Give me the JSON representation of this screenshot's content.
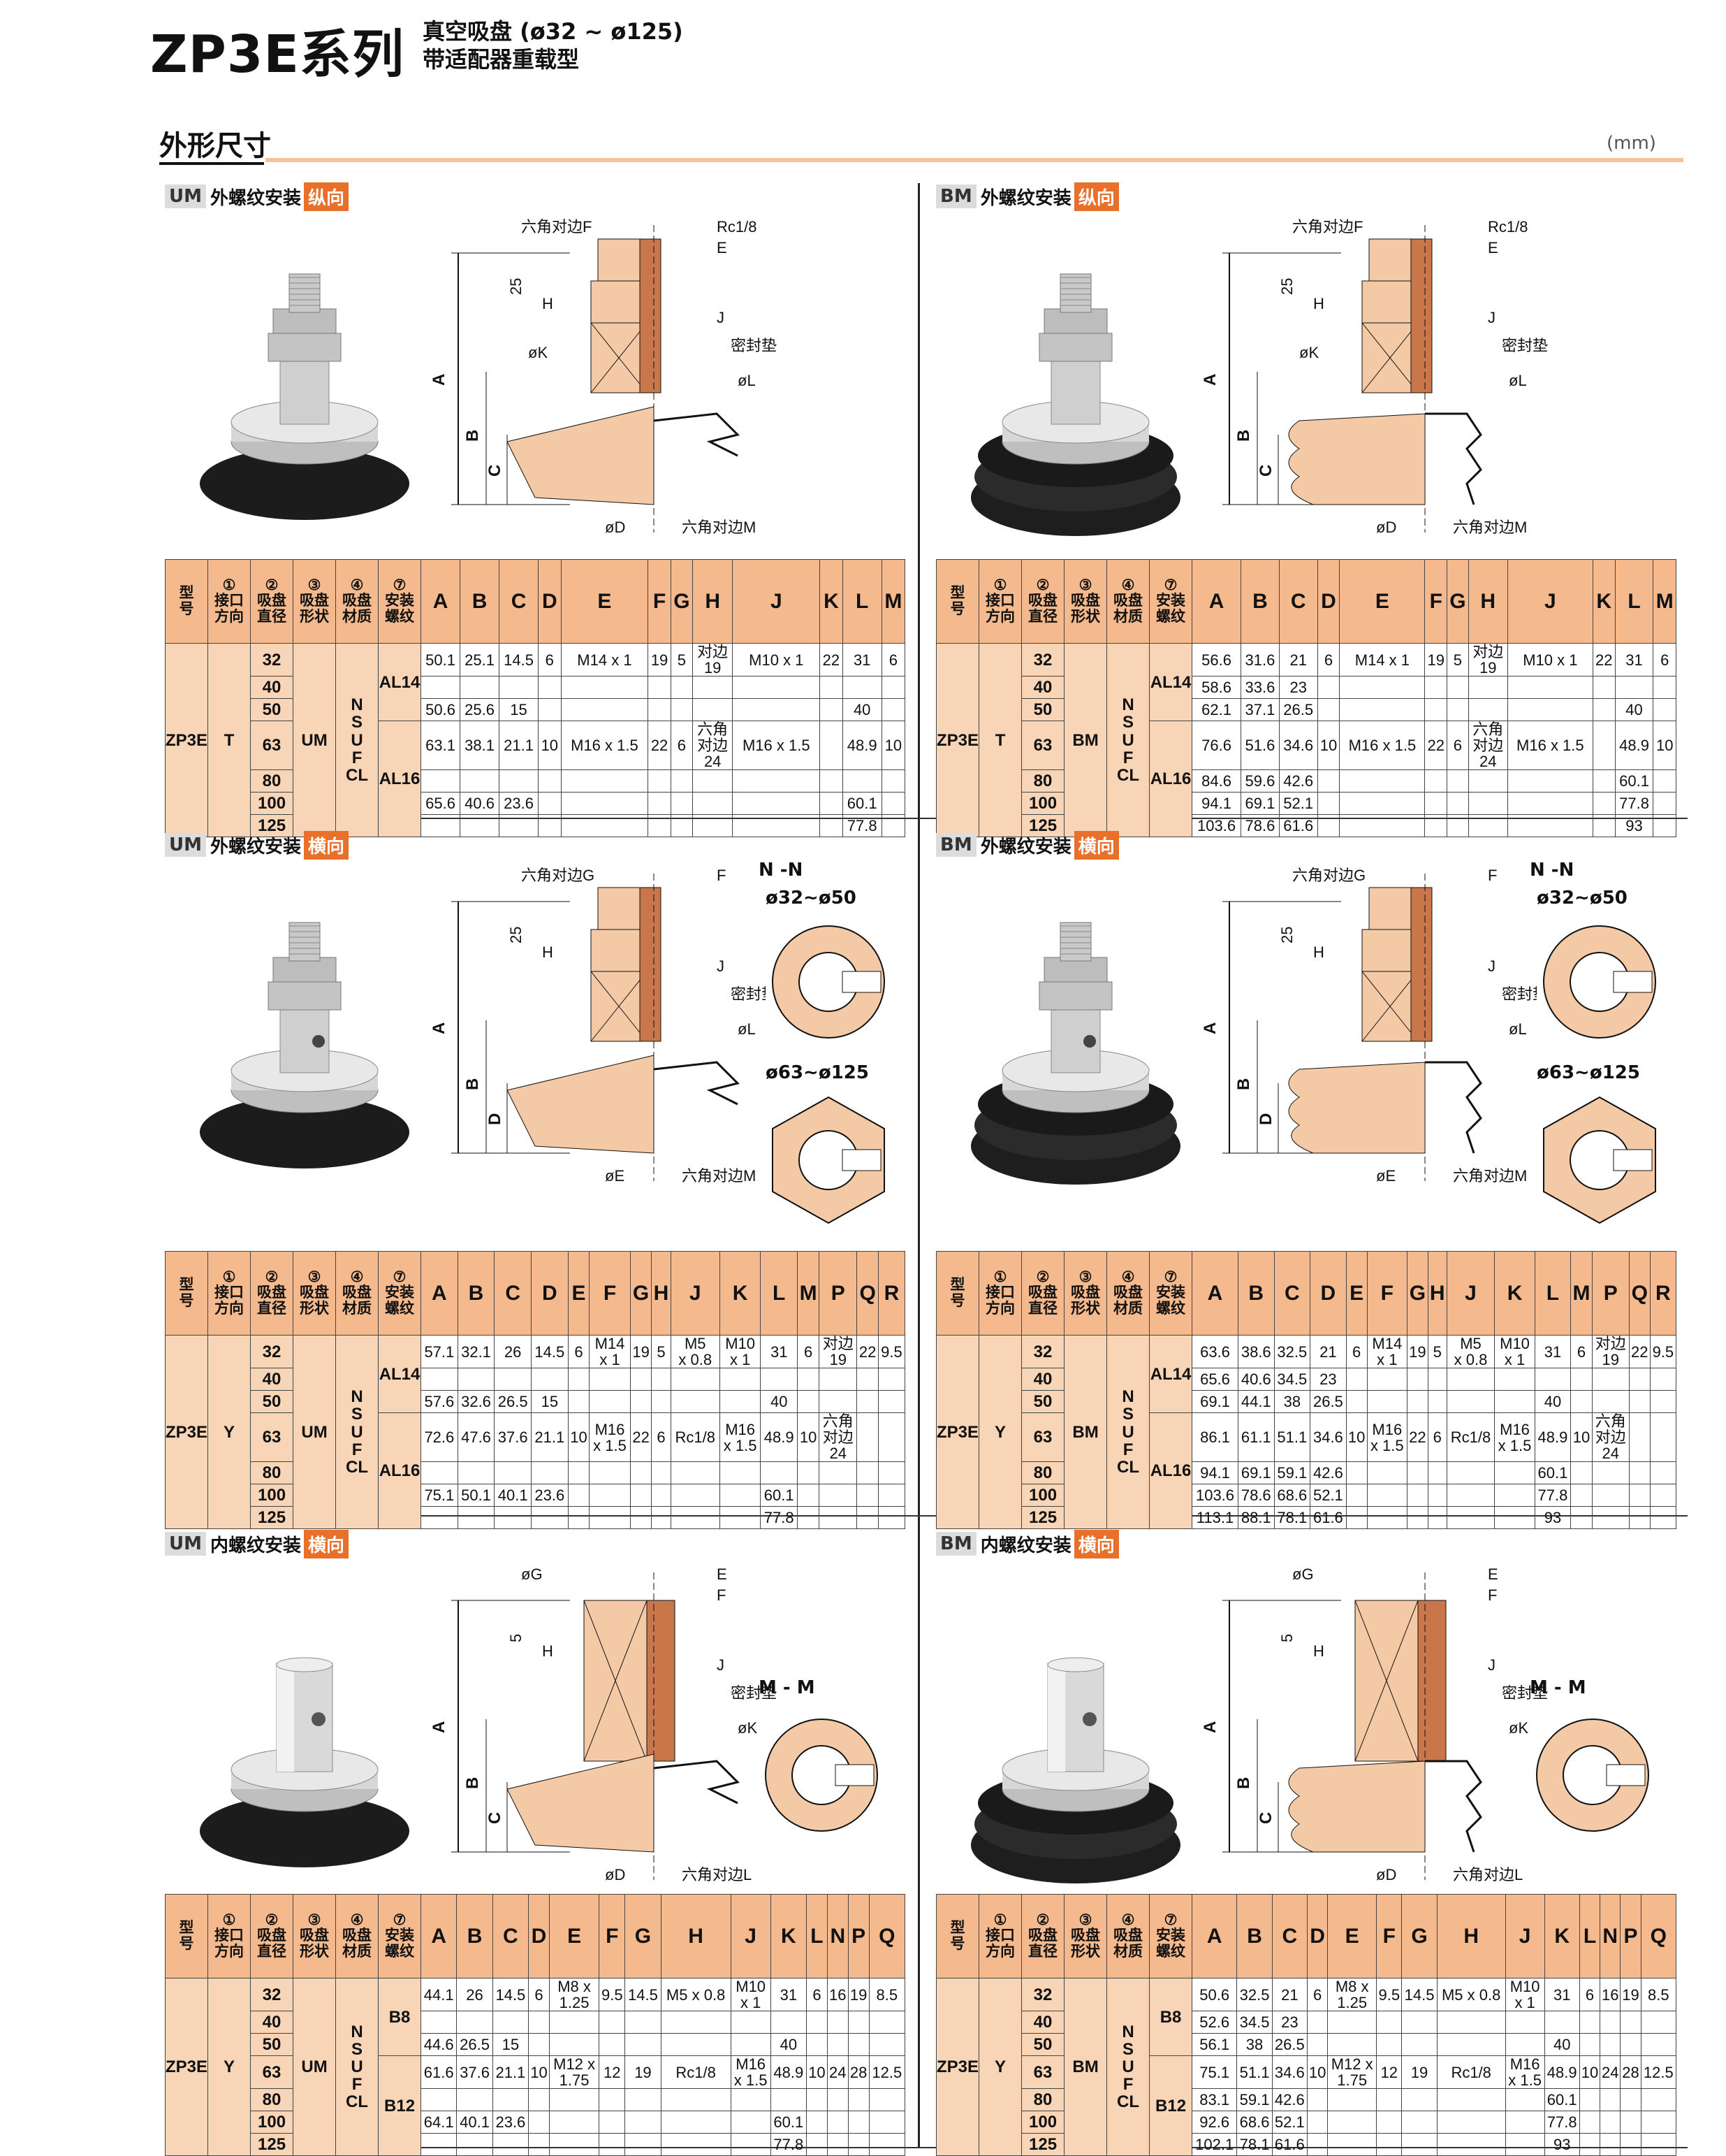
{
  "header": {
    "series": "ZP3E系列",
    "line1": "真空吸盘 (ø32 ~ ø125)",
    "line2": "带适配器重载型"
  },
  "section": {
    "title": "外形尺寸",
    "unit": "(mm)"
  },
  "panels": [
    {
      "code": "UM",
      "title": "外螺纹安装",
      "dir": "纵向",
      "cols": [
        "A",
        "B",
        "C",
        "D",
        "E",
        "F",
        "G",
        "H",
        "J",
        "K",
        "L",
        "M"
      ],
      "rows": [
        {
          "size": "32",
          "v": [
            "50.1",
            "25.1",
            "14.5",
            "6",
            "M14 x 1",
            "19",
            "5",
            "对边\n19",
            "M10 x 1",
            "22",
            "31",
            "6"
          ]
        },
        {
          "size": "40",
          "v": [
            "",
            "",
            "",
            "",
            "",
            "",
            "",
            "",
            "",
            "",
            "",
            ""
          ]
        },
        {
          "size": "50",
          "v": [
            "50.6",
            "25.6",
            "15",
            "",
            "",
            "",
            "",
            "",
            "",
            "",
            "40",
            ""
          ]
        },
        {
          "size": "63",
          "v": [
            "63.1",
            "38.1",
            "21.1",
            "10",
            "M16 x 1.5",
            "22",
            "6",
            "六角\n对边\n24",
            "M16 x 1.5",
            "",
            "48.9",
            "10"
          ]
        },
        {
          "size": "80",
          "v": [
            "",
            "",
            "",
            "",
            "",
            "",
            "",
            "",
            "",
            "",
            "",
            ""
          ]
        },
        {
          "size": "100",
          "v": [
            "65.6",
            "40.6",
            "23.6",
            "",
            "",
            "",
            "",
            "",
            "",
            "",
            "60.1",
            ""
          ]
        },
        {
          "size": "125",
          "v": [
            "",
            "",
            "",
            "",
            "",
            "",
            "",
            "",
            "",
            "",
            "77.8",
            ""
          ]
        }
      ],
      "thread": [
        "AL14",
        "AL16"
      ]
    },
    {
      "code": "BM",
      "title": "外螺纹安装",
      "dir": "纵向",
      "cols": [
        "A",
        "B",
        "C",
        "D",
        "E",
        "F",
        "G",
        "H",
        "J",
        "K",
        "L",
        "M"
      ],
      "rows": [
        {
          "size": "32",
          "v": [
            "56.6",
            "31.6",
            "21",
            "6",
            "M14 x 1",
            "19",
            "5",
            "对边\n19",
            "M10 x 1",
            "22",
            "31",
            "6"
          ]
        },
        {
          "size": "40",
          "v": [
            "58.6",
            "33.6",
            "23",
            "",
            "",
            "",
            "",
            "",
            "",
            "",
            "",
            ""
          ]
        },
        {
          "size": "50",
          "v": [
            "62.1",
            "37.1",
            "26.5",
            "",
            "",
            "",
            "",
            "",
            "",
            "",
            "40",
            ""
          ]
        },
        {
          "size": "63",
          "v": [
            "76.6",
            "51.6",
            "34.6",
            "10",
            "M16 x 1.5",
            "22",
            "6",
            "六角\n对边\n24",
            "M16 x 1.5",
            "",
            "48.9",
            "10"
          ]
        },
        {
          "size": "80",
          "v": [
            "84.6",
            "59.6",
            "42.6",
            "",
            "",
            "",
            "",
            "",
            "",
            "",
            "60.1",
            ""
          ]
        },
        {
          "size": "100",
          "v": [
            "94.1",
            "69.1",
            "52.1",
            "",
            "",
            "",
            "",
            "",
            "",
            "",
            "77.8",
            ""
          ]
        },
        {
          "size": "125",
          "v": [
            "103.6",
            "78.6",
            "61.6",
            "",
            "",
            "",
            "",
            "",
            "",
            "",
            "93",
            ""
          ]
        }
      ],
      "thread": [
        "AL14",
        "AL16"
      ]
    },
    {
      "code": "UM",
      "title": "外螺纹安装",
      "dir": "横向",
      "cols": [
        "A",
        "B",
        "C",
        "D",
        "E",
        "F",
        "G",
        "H",
        "J",
        "K",
        "L",
        "M",
        "P",
        "Q",
        "R"
      ],
      "rows": [
        {
          "size": "32",
          "v": [
            "57.1",
            "32.1",
            "26",
            "14.5",
            "6",
            "M14\nx 1",
            "19",
            "5",
            "M5\nx 0.8",
            "M10\nx 1",
            "31",
            "6",
            "对边\n19",
            "22",
            "9.5"
          ]
        },
        {
          "size": "40",
          "v": [
            "",
            "",
            "",
            "",
            "",
            "",
            "",
            "",
            "",
            "",
            "",
            "",
            "",
            "",
            ""
          ]
        },
        {
          "size": "50",
          "v": [
            "57.6",
            "32.6",
            "26.5",
            "15",
            "",
            "",
            "",
            "",
            "",
            "",
            "40",
            "",
            "",
            "",
            ""
          ]
        },
        {
          "size": "63",
          "v": [
            "72.6",
            "47.6",
            "37.6",
            "21.1",
            "10",
            "M16\nx 1.5",
            "22",
            "6",
            "Rc1/8",
            "M16\nx 1.5",
            "48.9",
            "10",
            "六角\n对边\n24",
            "",
            ""
          ]
        },
        {
          "size": "80",
          "v": [
            "",
            "",
            "",
            "",
            "",
            "",
            "",
            "",
            "",
            "",
            "",
            "",
            "",
            "",
            ""
          ]
        },
        {
          "size": "100",
          "v": [
            "75.1",
            "50.1",
            "40.1",
            "23.6",
            "",
            "",
            "",
            "",
            "",
            "",
            "60.1",
            "",
            "",
            "",
            ""
          ]
        },
        {
          "size": "125",
          "v": [
            "",
            "",
            "",
            "",
            "",
            "",
            "",
            "",
            "",
            "",
            "77.8",
            "",
            "",
            "",
            ""
          ]
        }
      ],
      "thread": [
        "AL14",
        "AL16"
      ]
    },
    {
      "code": "BM",
      "title": "外螺纹安装",
      "dir": "横向",
      "cols": [
        "A",
        "B",
        "C",
        "D",
        "E",
        "F",
        "G",
        "H",
        "J",
        "K",
        "L",
        "M",
        "P",
        "Q",
        "R"
      ],
      "rows": [
        {
          "size": "32",
          "v": [
            "63.6",
            "38.6",
            "32.5",
            "21",
            "6",
            "M14\nx 1",
            "19",
            "5",
            "M5\nx 0.8",
            "M10\nx 1",
            "31",
            "6",
            "对边\n19",
            "22",
            "9.5"
          ]
        },
        {
          "size": "40",
          "v": [
            "65.6",
            "40.6",
            "34.5",
            "23",
            "",
            "",
            "",
            "",
            "",
            "",
            "",
            "",
            "",
            "",
            ""
          ]
        },
        {
          "size": "50",
          "v": [
            "69.1",
            "44.1",
            "38",
            "26.5",
            "",
            "",
            "",
            "",
            "",
            "",
            "40",
            "",
            "",
            "",
            ""
          ]
        },
        {
          "size": "63",
          "v": [
            "86.1",
            "61.1",
            "51.1",
            "34.6",
            "10",
            "M16\nx 1.5",
            "22",
            "6",
            "Rc1/8",
            "M16\nx 1.5",
            "48.9",
            "10",
            "六角\n对边\n24",
            "",
            ""
          ]
        },
        {
          "size": "80",
          "v": [
            "94.1",
            "69.1",
            "59.1",
            "42.6",
            "",
            "",
            "",
            "",
            "",
            "",
            "60.1",
            "",
            "",
            "",
            ""
          ]
        },
        {
          "size": "100",
          "v": [
            "103.6",
            "78.6",
            "68.6",
            "52.1",
            "",
            "",
            "",
            "",
            "",
            "",
            "77.8",
            "",
            "",
            "",
            ""
          ]
        },
        {
          "size": "125",
          "v": [
            "113.1",
            "88.1",
            "78.1",
            "61.6",
            "",
            "",
            "",
            "",
            "",
            "",
            "93",
            "",
            "",
            "",
            ""
          ]
        }
      ],
      "thread": [
        "AL14",
        "AL16"
      ]
    },
    {
      "code": "UM",
      "title": "内螺纹安装",
      "dir": "横向",
      "cols": [
        "A",
        "B",
        "C",
        "D",
        "E",
        "F",
        "G",
        "H",
        "J",
        "K",
        "L",
        "N",
        "P",
        "Q"
      ],
      "rows": [
        {
          "size": "32",
          "v": [
            "44.1",
            "26",
            "14.5",
            "6",
            "M8 x\n1.25",
            "9.5",
            "14.5",
            "M5 x 0.8",
            "M10\nx 1",
            "31",
            "6",
            "16",
            "19",
            "8.5"
          ]
        },
        {
          "size": "40",
          "v": [
            "",
            "",
            "",
            "",
            "",
            "",
            "",
            "",
            "",
            "",
            "",
            "",
            "",
            ""
          ]
        },
        {
          "size": "50",
          "v": [
            "44.6",
            "26.5",
            "15",
            "",
            "",
            "",
            "",
            "",
            "",
            "40",
            "",
            "",
            "",
            ""
          ]
        },
        {
          "size": "63",
          "v": [
            "61.6",
            "37.6",
            "21.1",
            "10",
            "M12 x\n1.75",
            "12",
            "19",
            "Rc1/8",
            "M16\nx 1.5",
            "48.9",
            "10",
            "24",
            "28",
            "12.5"
          ]
        },
        {
          "size": "80",
          "v": [
            "",
            "",
            "",
            "",
            "",
            "",
            "",
            "",
            "",
            "",
            "",
            "",
            "",
            ""
          ]
        },
        {
          "size": "100",
          "v": [
            "64.1",
            "40.1",
            "23.6",
            "",
            "",
            "",
            "",
            "",
            "",
            "60.1",
            "",
            "",
            "",
            ""
          ]
        },
        {
          "size": "125",
          "v": [
            "",
            "",
            "",
            "",
            "",
            "",
            "",
            "",
            "",
            "77.8",
            "",
            "",
            "",
            ""
          ]
        }
      ],
      "thread": [
        "B8",
        "B12"
      ]
    },
    {
      "code": "BM",
      "title": "内螺纹安装",
      "dir": "横向",
      "cols": [
        "A",
        "B",
        "C",
        "D",
        "E",
        "F",
        "G",
        "H",
        "J",
        "K",
        "L",
        "N",
        "P",
        "Q"
      ],
      "rows": [
        {
          "size": "32",
          "v": [
            "50.6",
            "32.5",
            "21",
            "6",
            "M8 x\n1.25",
            "9.5",
            "14.5",
            "M5 x 0.8",
            "M10\nx 1",
            "31",
            "6",
            "16",
            "19",
            "8.5"
          ]
        },
        {
          "size": "40",
          "v": [
            "52.6",
            "34.5",
            "23",
            "",
            "",
            "",
            "",
            "",
            "",
            "",
            "",
            "",
            "",
            ""
          ]
        },
        {
          "size": "50",
          "v": [
            "56.1",
            "38",
            "26.5",
            "",
            "",
            "",
            "",
            "",
            "",
            "40",
            "",
            "",
            "",
            ""
          ]
        },
        {
          "size": "63",
          "v": [
            "75.1",
            "51.1",
            "34.6",
            "10",
            "M12 x\n1.75",
            "12",
            "19",
            "Rc1/8",
            "M16\nx 1.5",
            "48.9",
            "10",
            "24",
            "28",
            "12.5"
          ]
        },
        {
          "size": "80",
          "v": [
            "83.1",
            "59.1",
            "42.6",
            "",
            "",
            "",
            "",
            "",
            "",
            "60.1",
            "",
            "",
            "",
            ""
          ]
        },
        {
          "size": "100",
          "v": [
            "92.6",
            "68.6",
            "52.1",
            "",
            "",
            "",
            "",
            "",
            "",
            "77.8",
            "",
            "",
            "",
            ""
          ]
        },
        {
          "size": "125",
          "v": [
            "102.1",
            "78.1",
            "61.6",
            "",
            "",
            "",
            "",
            "",
            "",
            "93",
            "",
            "",
            "",
            ""
          ]
        }
      ],
      "thread": [
        "B8",
        "B12"
      ]
    }
  ],
  "table_header": {
    "model": "型\n号",
    "h1": "①\n接口\n方向",
    "h2": "②\n吸盘\n直径",
    "h3": "③\n吸盘\n形状",
    "h4": "④\n吸盘\n材质",
    "h7": "⑦\n安装\n螺纹"
  },
  "common": {
    "model": "ZP3E",
    "material": "N\nS\nU\nF\nCL",
    "dirT": "T",
    "dirY": "Y"
  },
  "section_labels": {
    "nn": "N -N",
    "mm": "M - M",
    "d1": "ø32~ø50",
    "d2": "ø63~ø125"
  },
  "diagram_labels": {
    "hexF": "六角对边F",
    "hexG": "六角对边G",
    "hexM": "六角对边M",
    "hexL": "六角对边L",
    "rc": "Rc1/8",
    "seal": "密封垫",
    "len25": "25",
    "len5": "5"
  },
  "colors": {
    "peach": "#f9d5b7",
    "header": "#f4b98c",
    "accent": "#e8702a",
    "body": "#f3c9a6",
    "dark": "#c8764a"
  }
}
